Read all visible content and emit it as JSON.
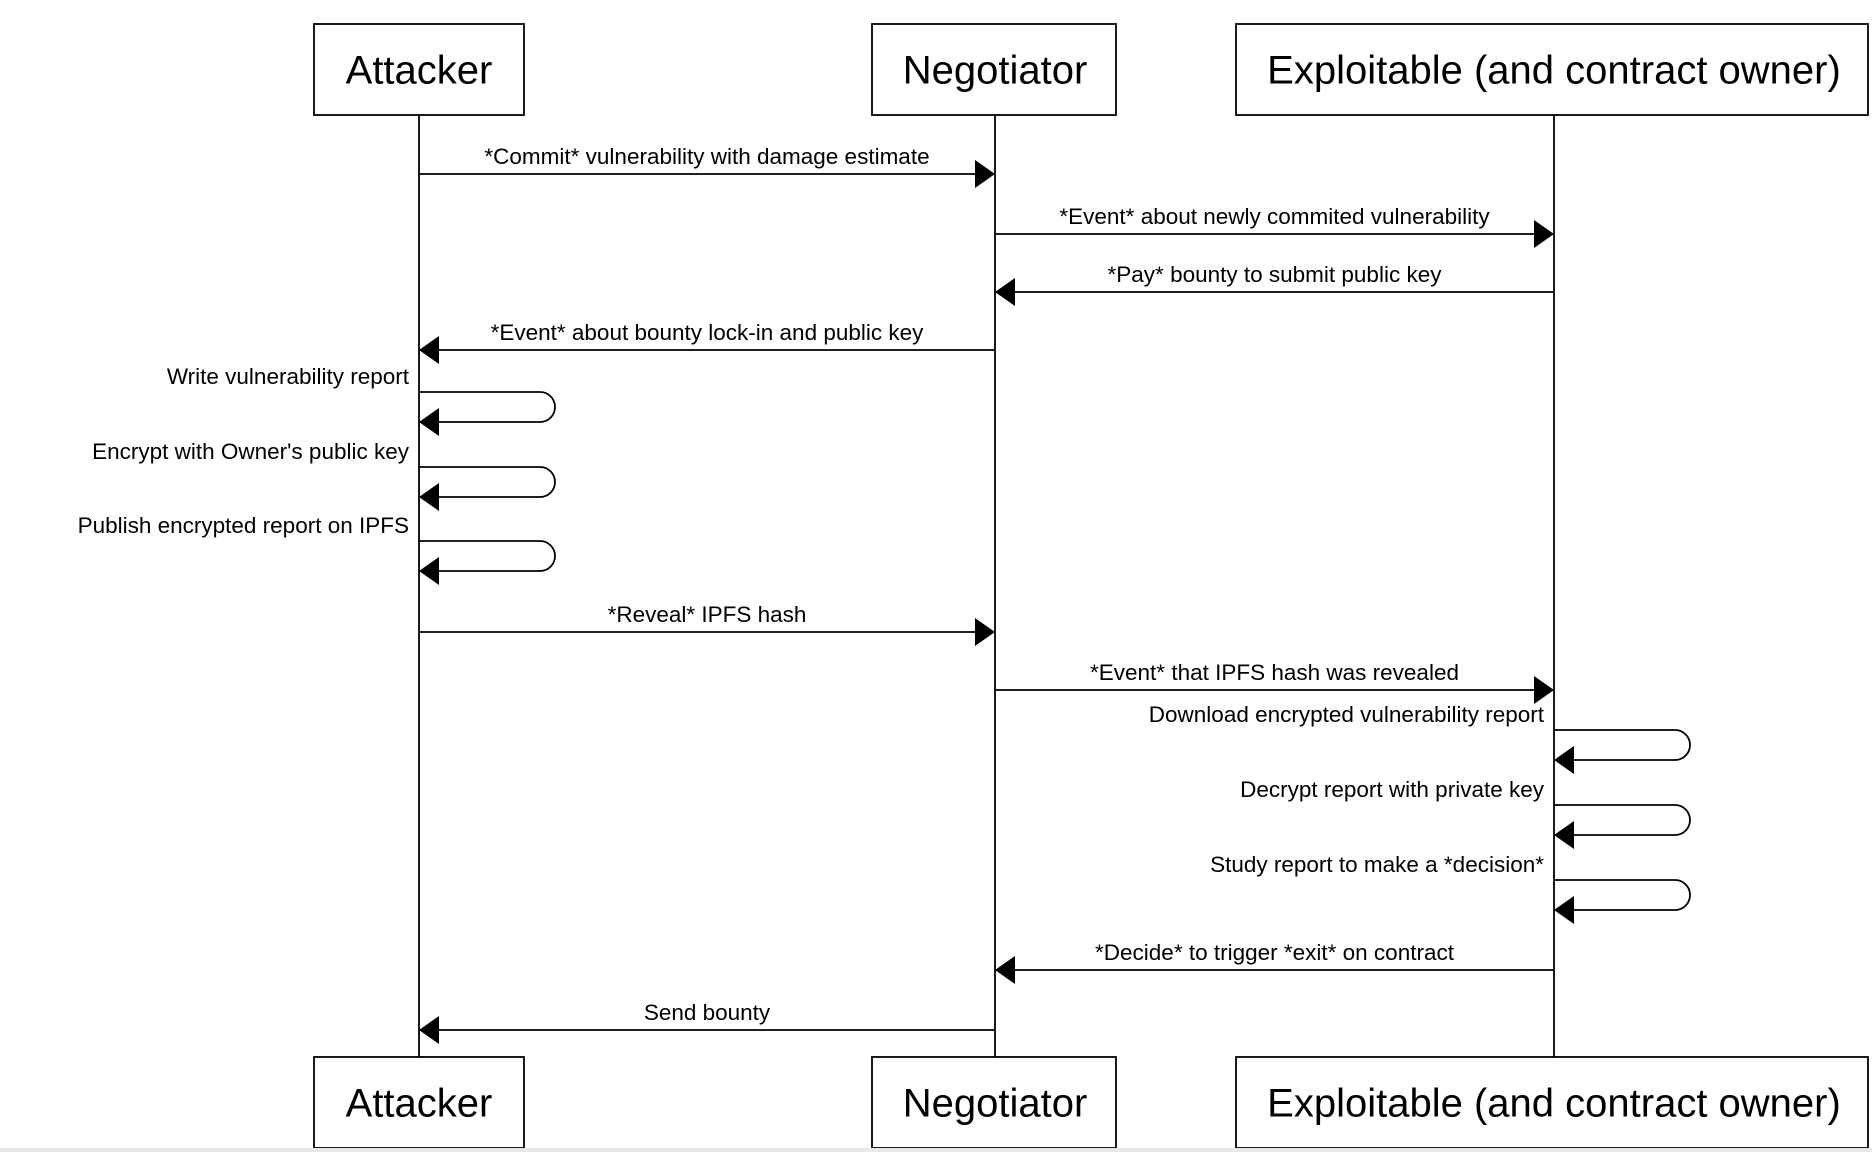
{
  "diagram": {
    "type": "sequence",
    "participants": [
      "Attacker",
      "Negotiator",
      "Exploitable (and contract owner)"
    ],
    "messages": [
      {
        "from": 0,
        "to": 1,
        "label": "*Commit* vulnerability with damage estimate"
      },
      {
        "from": 1,
        "to": 2,
        "label": "*Event* about newly commited vulnerability"
      },
      {
        "from": 2,
        "to": 1,
        "label": "*Pay* bounty to submit public key"
      },
      {
        "from": 1,
        "to": 0,
        "label": "*Event* about bounty lock-in and public key"
      },
      {
        "from": 0,
        "to": 0,
        "label": "Write vulnerability report"
      },
      {
        "from": 0,
        "to": 0,
        "label": "Encrypt with Owner's public key"
      },
      {
        "from": 0,
        "to": 0,
        "label": "Publish encrypted report on IPFS"
      },
      {
        "from": 0,
        "to": 1,
        "label": "*Reveal* IPFS hash"
      },
      {
        "from": 1,
        "to": 2,
        "label": "*Event* that IPFS hash was revealed"
      },
      {
        "from": 2,
        "to": 2,
        "label": "Download encrypted vulnerability report"
      },
      {
        "from": 2,
        "to": 2,
        "label": "Decrypt report with private key"
      },
      {
        "from": 2,
        "to": 2,
        "label": "Study report to make a *decision*"
      },
      {
        "from": 2,
        "to": 1,
        "label": "*Decide* to trigger *exit* on contract"
      },
      {
        "from": 1,
        "to": 0,
        "label": "Send bounty"
      }
    ]
  }
}
